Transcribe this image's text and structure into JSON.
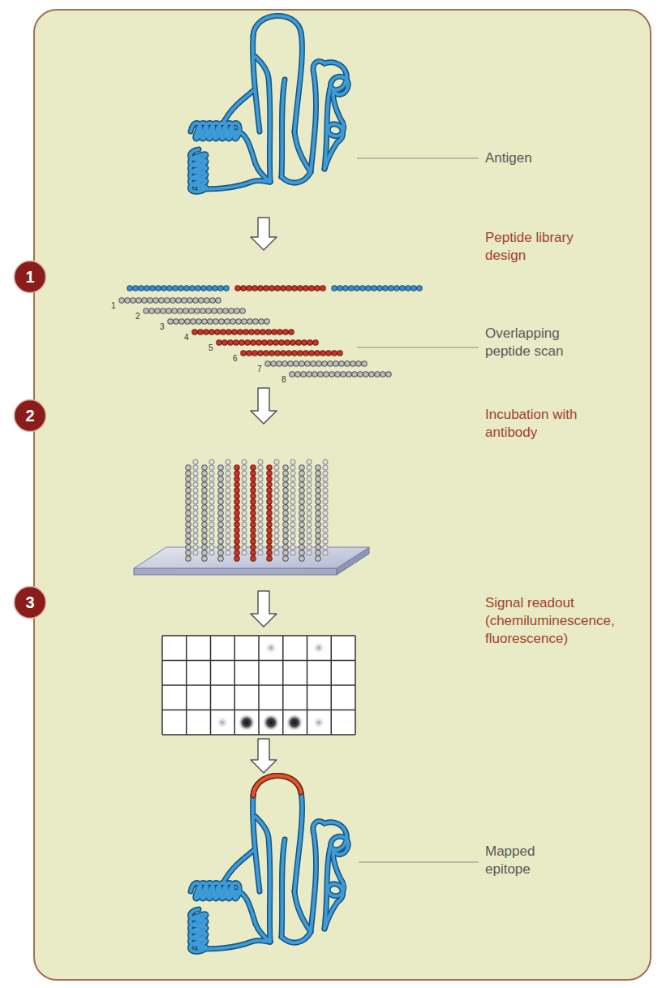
{
  "diagram": {
    "nodes": [
      {
        "text": [
          "1"
        ]
      },
      {
        "text": [
          "2"
        ]
      },
      {
        "text": [
          "3"
        ]
      }
    ],
    "labels": [
      "Antigen",
      "Peptide library design",
      "Overlapping peptide scan",
      "1",
      "2",
      "3",
      "4",
      "5",
      "6",
      "7",
      "8",
      "Incubation with antibody",
      "Signal readout (chemiluminescence, fluorescence)",
      "Mapped epitope"
    ]
  }
}
